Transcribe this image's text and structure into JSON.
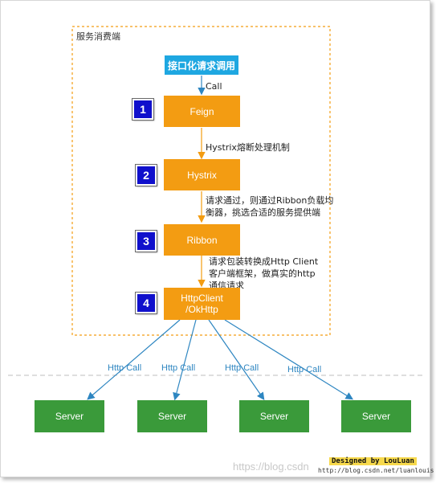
{
  "container": {
    "title": "服务消费端"
  },
  "entry": {
    "label": "接口化请求调用"
  },
  "call_label": "Call",
  "steps": [
    {
      "badge": "1",
      "label": "Feign"
    },
    {
      "badge": "2",
      "label": "Hystrix"
    },
    {
      "badge": "3",
      "label": "Ribbon"
    },
    {
      "badge": "4",
      "label_line1": "HttpClient",
      "label_line2": "/OkHttp"
    }
  ],
  "notes": {
    "hystrix": "Hystrix熔断处理机制",
    "ribbon_line1": "请求通过，则通过Ribbon负载均",
    "ribbon_line2": "衡器，挑选合适的服务提供端",
    "http_line1": "请求包装转换成Http Client",
    "http_line2": "客户端框架，做真实的http",
    "http_line3": "通信请求"
  },
  "http_calls": [
    "Http Call",
    "Http Call",
    "Http Call",
    "Http Call"
  ],
  "servers": [
    "Server",
    "Server",
    "Server",
    "Server"
  ],
  "footer": {
    "designed": "Designed by LouLuan",
    "url": "http://blog.csdn.net/luanlouis",
    "watermark": "https://blog.csdn"
  },
  "colors": {
    "orange": "#f39c12",
    "green": "#3a9a3a",
    "blue_entry": "#1ea7e1",
    "badge": "#1010cc",
    "arrow": "#2e86c1"
  }
}
